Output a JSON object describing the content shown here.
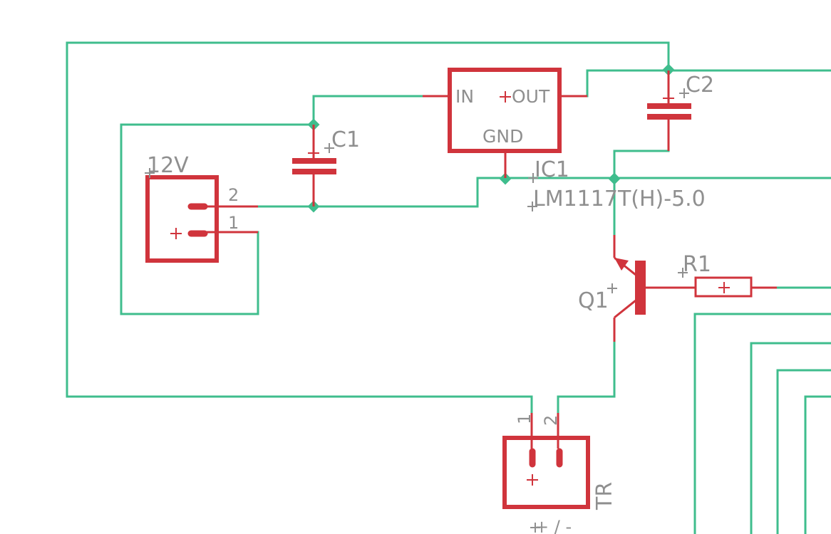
{
  "colors": {
    "background": "#ffffff",
    "wire": "#3fbd8d",
    "component": "#d0343c",
    "label": "#8f8f8f"
  },
  "labels": {
    "connector_12v_name": "12V",
    "connector_12v_pin2": "2",
    "connector_12v_pin1": "1",
    "c1_name": "C1",
    "c2_name": "C2",
    "ic1_name": "IC1",
    "ic1_value": "LM1117T(H)-5.0",
    "ic1_pin_in": "IN",
    "ic1_pin_out": "OUT",
    "ic1_pin_gnd": "GND",
    "q1_name": "Q1",
    "r1_name": "R1",
    "connector_tr_name": "TR",
    "connector_tr_pin1": "1",
    "connector_tr_pin2": "2",
    "bottom_label": "+ / -"
  }
}
